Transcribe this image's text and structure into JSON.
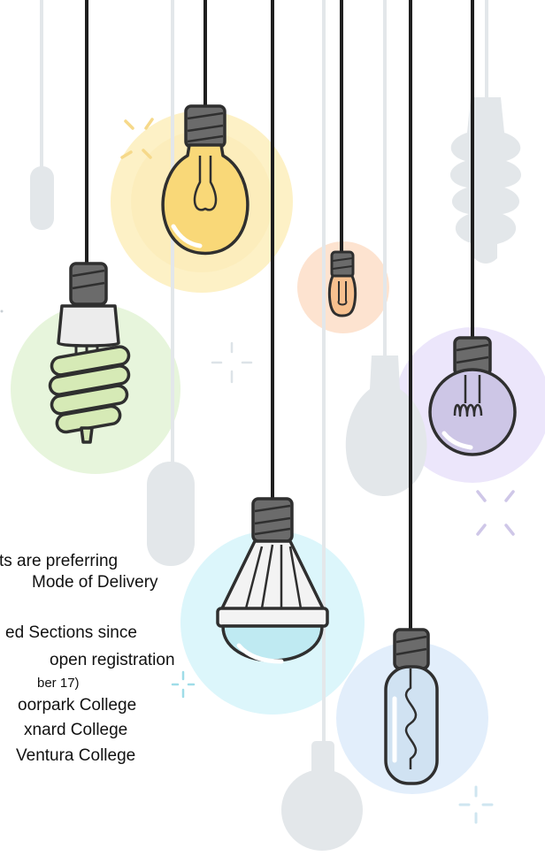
{
  "text_lines": [
    "ts are preferring",
    "Mode of Delivery",
    "ed Sections since",
    "open registration",
    "ber 17)",
    "oorpark College",
    "xnard College",
    "Ventura College"
  ],
  "colors": {
    "outline": "#2f2f2f",
    "cord": "#1f1f1f",
    "socket": "#6b6b6b",
    "yellow_bulb": "#f9d878",
    "yellow_glow": "#fdf1c6",
    "orange_bulb": "#f6c08f",
    "orange_glow": "#fde3d0",
    "green_bulb": "#d6eab6",
    "green_glow": "#e7f5dc",
    "purple_bulb": "#cdc6e6",
    "purple_glow": "#ece6fb",
    "cyan_bulb": "#bfeaf2",
    "cyan_glow": "#dcf6fb",
    "blue_bulb": "#d0e2f2",
    "blue_glow": "#e2eefb",
    "grey_silhouette": "#e3e7ea",
    "sparkle_yellow": "#f6d98a",
    "sparkle_purple": "#cfc7e8",
    "sparkle_cyan": "#9fdde8"
  },
  "icons": [
    "yellow-light-bulb-icon",
    "orange-light-bulb-icon",
    "green-spiral-bulb-icon",
    "purple-filament-bulb-icon",
    "cyan-led-bulb-icon",
    "blue-tube-bulb-icon",
    "sparkle-icon"
  ]
}
